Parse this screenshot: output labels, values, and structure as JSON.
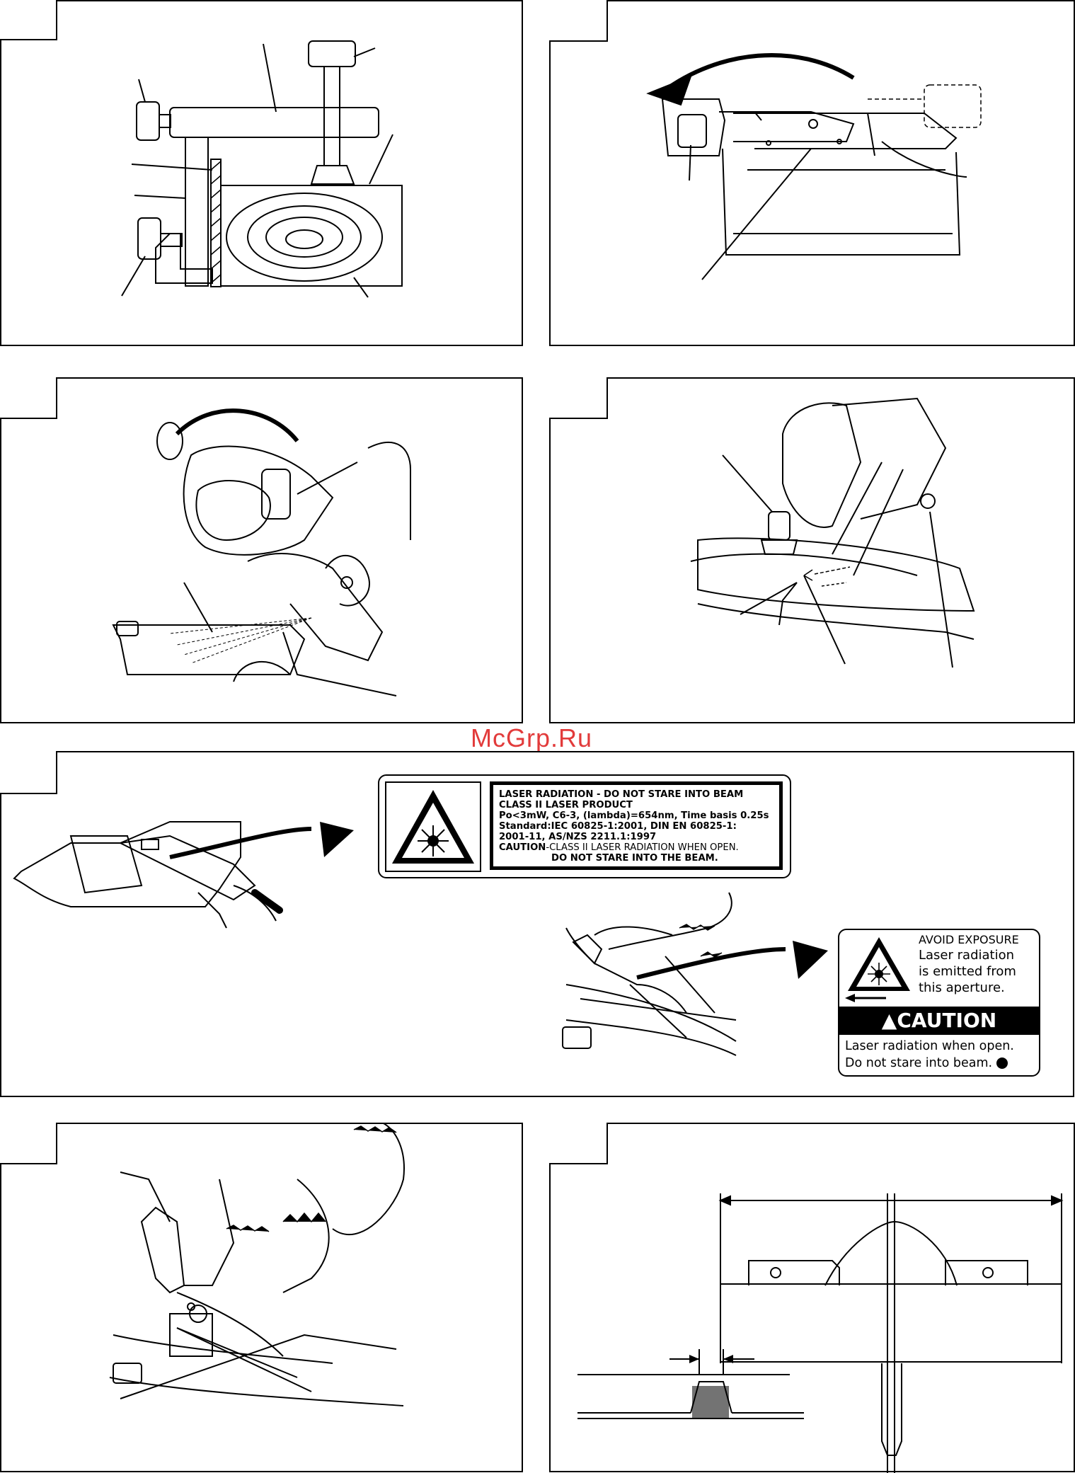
{
  "watermark": "McGrp.Ru",
  "laser_label_1": {
    "lines": [
      "LASER RADIATION - DO NOT STARE INTO BEAM",
      "CLASS II LASER PRODUCT",
      "Po<3mW, C6-3, (lambda)=654nm, Time basis 0.25s",
      "Standard:IEC 60825-1:2001, DIN  EN  60825-1:",
      "2001-11, AS/NZS 2211.1:1997"
    ],
    "caution_prefix": "CAUTION",
    "caution_rest": "-CLASS II LASER RADIATION WHEN OPEN.",
    "caution_line2": "DO NOT STARE INTO THE BEAM."
  },
  "laser_label_2": {
    "heading": "AVOID EXPOSURE",
    "aperture_lines": [
      "Laser radiation",
      "is emitted from",
      "this aperture."
    ],
    "caution": "CAUTION",
    "bottom_lines": [
      "Laser radiation when open.",
      "Do not stare into beam."
    ]
  }
}
